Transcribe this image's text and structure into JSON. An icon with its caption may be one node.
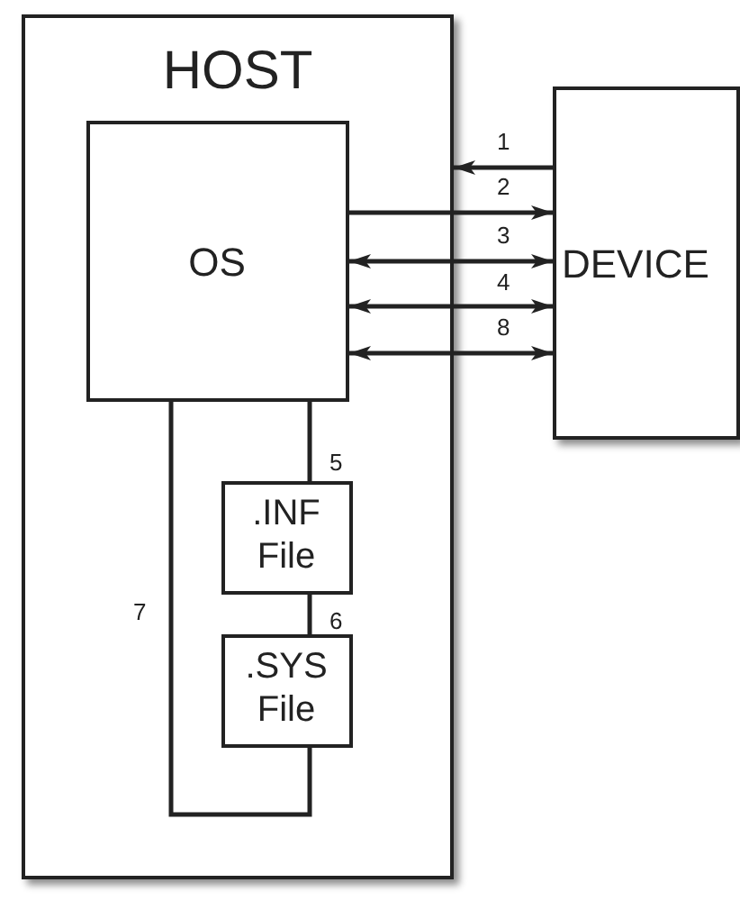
{
  "diagram": {
    "nodes": [
      {
        "text": [
          "HOST"
        ]
      },
      {
        "text": [
          "OS"
        ],
        "in": 0
      },
      {
        "text": [
          ".INF File"
        ],
        "in": 0
      },
      {
        "text": [
          ".SYS File"
        ],
        "in": 0
      },
      {
        "text": [
          "DEVICE"
        ]
      }
    ],
    "edges": [
      {
        "from": 4,
        "to": 0,
        "arrow": "to",
        "label": "1"
      },
      {
        "from": 1,
        "to": 4,
        "arrow": "to",
        "label": "2"
      },
      {
        "from": 1,
        "to": 4,
        "arrow": "both",
        "label": "3"
      },
      {
        "from": 1,
        "to": 4,
        "arrow": "both",
        "label": "4"
      },
      {
        "from": 1,
        "to": 4,
        "arrow": "both",
        "label": "8"
      },
      {
        "from": 1,
        "to": 2,
        "arrow": "none",
        "label": "5"
      },
      {
        "from": 2,
        "to": 3,
        "arrow": "none",
        "label": "6"
      },
      {
        "from": 1,
        "to": 3,
        "arrow": "none",
        "label": "7"
      }
    ]
  }
}
